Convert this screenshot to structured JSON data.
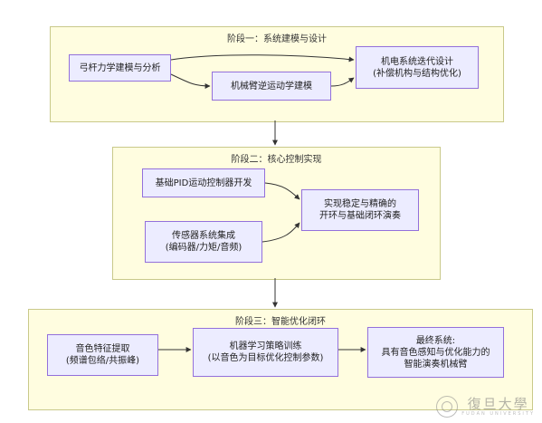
{
  "stages": [
    {
      "title": "阶段一：系统建模与设计"
    },
    {
      "title": "阶段二：核心控制实现"
    },
    {
      "title": "阶段三：智能优化闭环"
    }
  ],
  "nodes": {
    "bow_modeling": [
      "弓杆力学建模与分析"
    ],
    "arm_inverse_kinematics": [
      "机械臂逆运动学建模"
    ],
    "iterative_design": [
      "机电系统迭代设计",
      "(补偿机构与结构优化)"
    ],
    "pid_controller": [
      "基础PID运动控制器开发"
    ],
    "sensor_integration": [
      "传感器系统集成",
      "(编码器/力矩/音频)"
    ],
    "stable_playing": [
      "实现稳定与精确的",
      "开环与基础闭环演奏"
    ],
    "timbre_features": [
      "音色特征提取",
      "(频谱包络/共振峰)"
    ],
    "ml_training": [
      "机器学习策略训练",
      "(以音色为目标优化控制参数)"
    ],
    "final_system": [
      "最终系统:",
      "具有音色感知与优化能力的",
      "智能演奏机械臂"
    ]
  },
  "logo": {
    "cn": "復旦大學",
    "en": "FUDAN UNIVERSITY"
  }
}
